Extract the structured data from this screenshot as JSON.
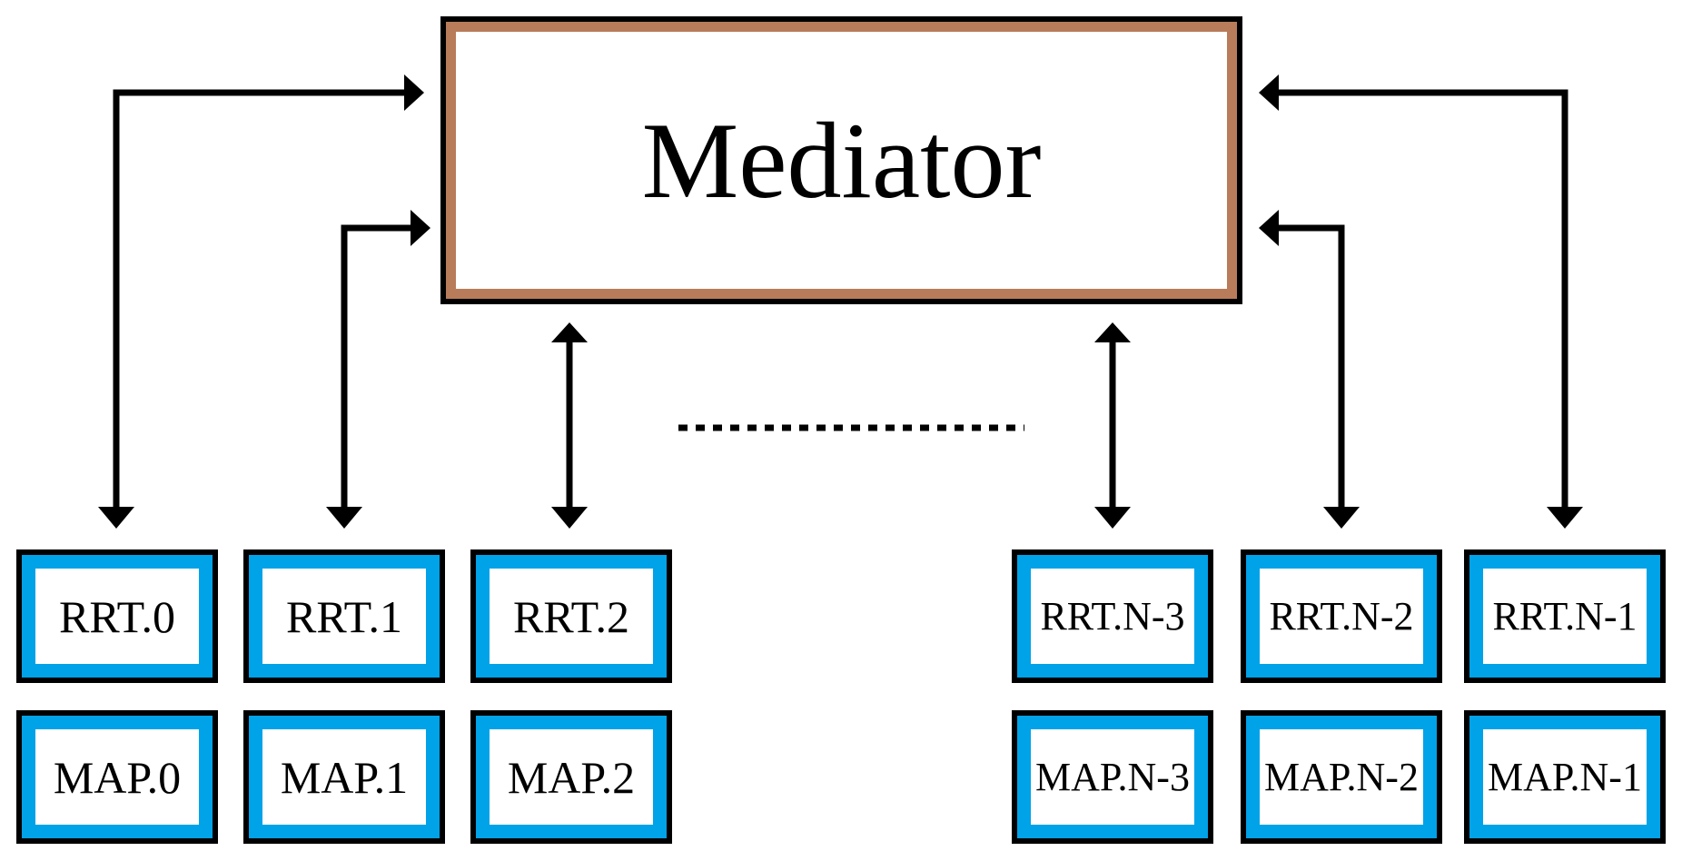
{
  "mediator": {
    "label": "Mediator"
  },
  "rrt_nodes": [
    {
      "label": "RRT.0"
    },
    {
      "label": "RRT.1"
    },
    {
      "label": "RRT.2"
    },
    {
      "label": "RRT.N-3"
    },
    {
      "label": "RRT.N-2"
    },
    {
      "label": "RRT.N-1"
    }
  ],
  "map_nodes": [
    {
      "label": "MAP.0"
    },
    {
      "label": "MAP.1"
    },
    {
      "label": "MAP.2"
    },
    {
      "label": "MAP.N-3"
    },
    {
      "label": "MAP.N-2"
    },
    {
      "label": "MAP.N-1"
    }
  ],
  "colors": {
    "node_accent": "#00A2E8",
    "mediator_accent": "#B87C5A",
    "line": "#000000"
  }
}
